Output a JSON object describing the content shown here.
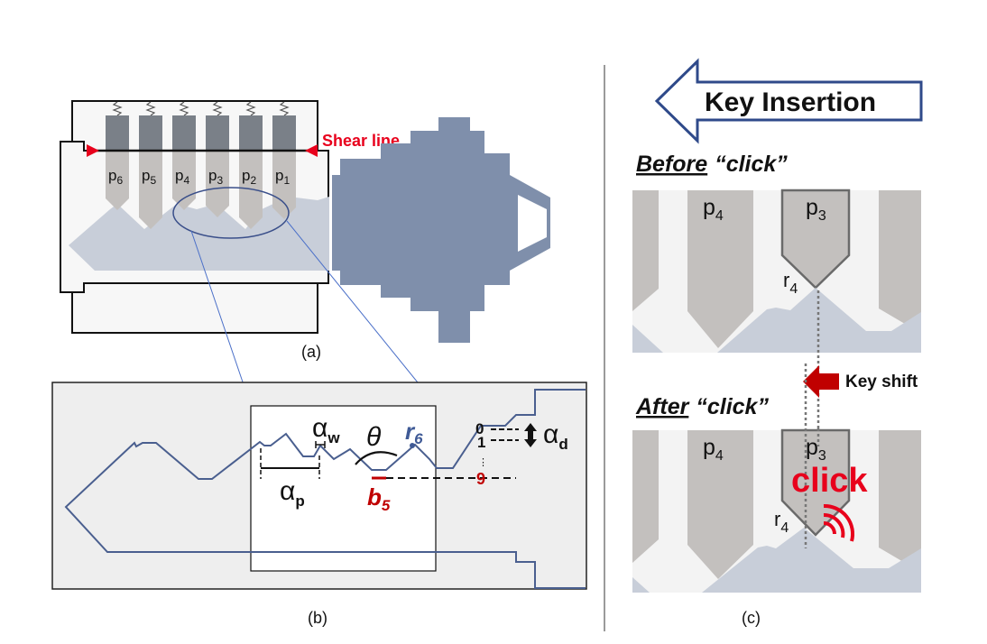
{
  "figure": {
    "panels": {
      "a": {
        "caption": "(a)",
        "shear_line_label": "Shear line",
        "pins": [
          "p6",
          "p5",
          "p4",
          "p3",
          "p2",
          "p1"
        ],
        "pin_labels": [
          {
            "base": "p",
            "sub": "6"
          },
          {
            "base": "p",
            "sub": "5"
          },
          {
            "base": "p",
            "sub": "4"
          },
          {
            "base": "p",
            "sub": "3"
          },
          {
            "base": "p",
            "sub": "2"
          },
          {
            "base": "p",
            "sub": "1"
          }
        ]
      },
      "b": {
        "caption": "(b)",
        "labels": {
          "alpha_w": {
            "base": "α",
            "sub": "w"
          },
          "alpha_p": {
            "base": "α",
            "sub": "p"
          },
          "alpha_d": {
            "base": "α",
            "sub": "d"
          },
          "theta": "θ",
          "r6": {
            "base": "r",
            "sub": "6"
          },
          "b5": {
            "base": "b",
            "sub": "5"
          },
          "depth_0": "0",
          "depth_1": "1",
          "depth_dots": "⋮",
          "depth_9": "9"
        }
      },
      "c": {
        "caption": "(c)",
        "arrow_label": "Key Insertion",
        "before_title": {
          "word": "Before",
          "quote": "“click”"
        },
        "after_title": {
          "word": "After",
          "quote": "“click”"
        },
        "key_shift_label": "Key shift",
        "click_label": "click",
        "pin_p4": {
          "base": "p",
          "sub": "4"
        },
        "pin_p3": {
          "base": "p",
          "sub": "3"
        },
        "ridge_r4": {
          "base": "r",
          "sub": "4"
        }
      }
    },
    "colors": {
      "key_body": "#7f8fab",
      "key_blade": "#c8ced9",
      "pin_upper": "#7a8088",
      "pin_lower": "#c3c0be",
      "shear_red": "#e8001c",
      "dark_red": "#c00000",
      "outline_blue": "#4a5f8f",
      "r6_blue": "#3f5a96",
      "panel_bg": "#eeeeee"
    }
  }
}
